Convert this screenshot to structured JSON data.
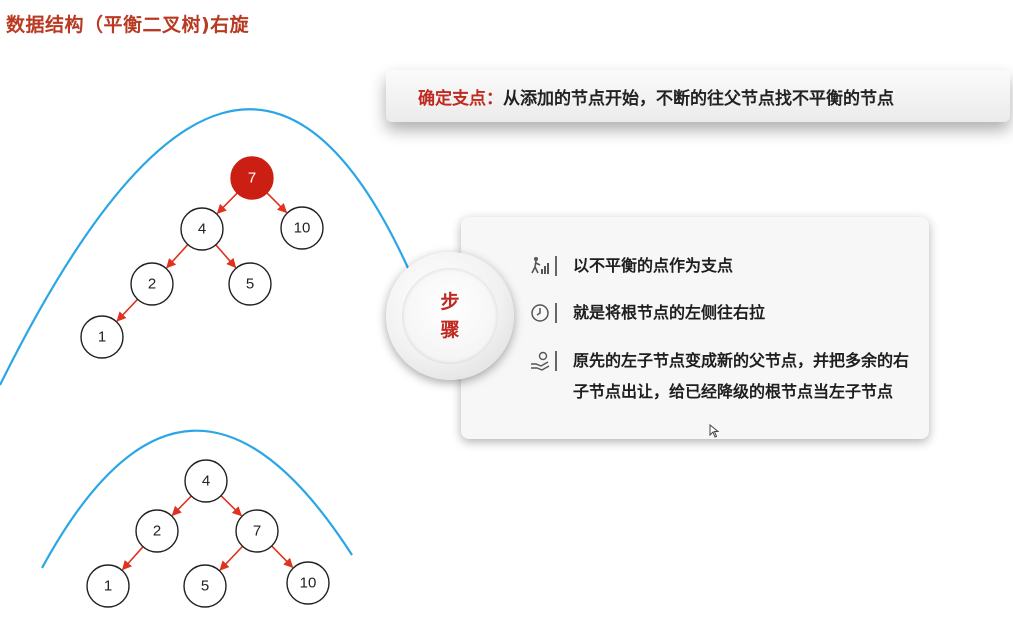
{
  "page": {
    "title": "数据结构（平衡二叉树)右旋"
  },
  "banner": {
    "label": "确定支点：",
    "text": "从添加的节点开始，不断的往父节点找不平衡的节点"
  },
  "badge": {
    "chars": [
      "步",
      "骤"
    ]
  },
  "steps": [
    {
      "icon": "person-chart-icon",
      "text": "以不平衡的点作为支点"
    },
    {
      "icon": "clock-icon",
      "text": "就是将根节点的左侧往右拉"
    },
    {
      "icon": "hand-money-icon",
      "text": "原先的左子节点变成新的父节点，并把多余的右子节点出让，给已经降级的根节点当左子节点"
    }
  ],
  "trees": {
    "before": {
      "nodes": [
        {
          "id": "n7",
          "label": "7",
          "highlight": true
        },
        {
          "id": "n4",
          "label": "4"
        },
        {
          "id": "n10",
          "label": "10"
        },
        {
          "id": "n2",
          "label": "2"
        },
        {
          "id": "n5",
          "label": "5"
        },
        {
          "id": "n1",
          "label": "1"
        }
      ],
      "edges": [
        [
          "n7",
          "n4"
        ],
        [
          "n7",
          "n10"
        ],
        [
          "n4",
          "n2"
        ],
        [
          "n4",
          "n5"
        ],
        [
          "n2",
          "n1"
        ]
      ]
    },
    "after": {
      "nodes": [
        {
          "id": "m4",
          "label": "4"
        },
        {
          "id": "m2",
          "label": "2"
        },
        {
          "id": "m7",
          "label": "7"
        },
        {
          "id": "m1",
          "label": "1"
        },
        {
          "id": "m5",
          "label": "5"
        },
        {
          "id": "m10",
          "label": "10"
        }
      ],
      "edges": [
        [
          "m4",
          "m2"
        ],
        [
          "m4",
          "m7"
        ],
        [
          "m2",
          "m1"
        ],
        [
          "m7",
          "m5"
        ],
        [
          "m7",
          "m10"
        ]
      ]
    }
  },
  "colors": {
    "title": "#b83a22",
    "accent": "#c0291f",
    "highlight_node": "#cc1f14",
    "curve": "#2aa6e6",
    "edge": "#e0321e"
  }
}
